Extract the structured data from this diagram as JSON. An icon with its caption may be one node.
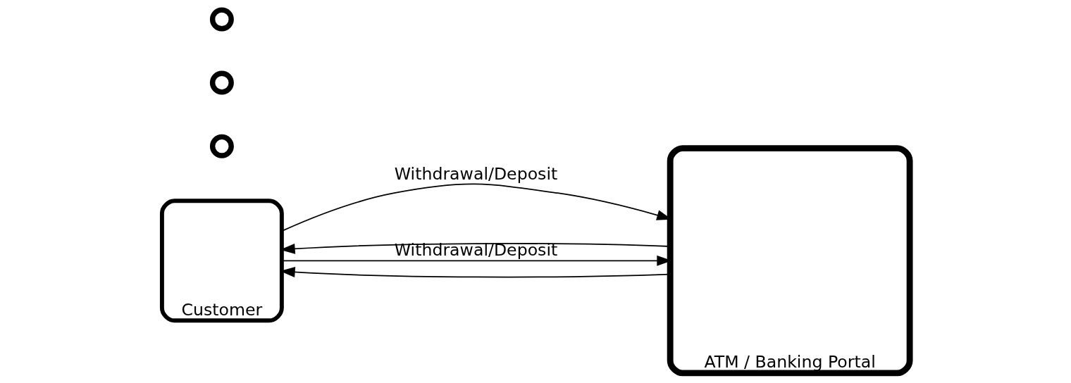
{
  "diagram": {
    "nodes": [
      {
        "text": [
          "Customer"
        ]
      },
      {
        "text": [
          "ATM / Banking Portal"
        ]
      },
      {
        "text": [],
        "shape": "circle"
      },
      {
        "text": [],
        "shape": "circle"
      },
      {
        "text": [],
        "shape": "circle"
      }
    ],
    "edges": [
      {
        "from": 0,
        "to": 1,
        "arrow": "to",
        "label": "Withdrawal/Deposit"
      },
      {
        "from": 1,
        "to": 0,
        "arrow": "to"
      },
      {
        "from": 0,
        "to": 1,
        "arrow": "to",
        "label": "Withdrawal/Deposit"
      },
      {
        "from": 1,
        "to": 0,
        "arrow": "to"
      }
    ]
  }
}
